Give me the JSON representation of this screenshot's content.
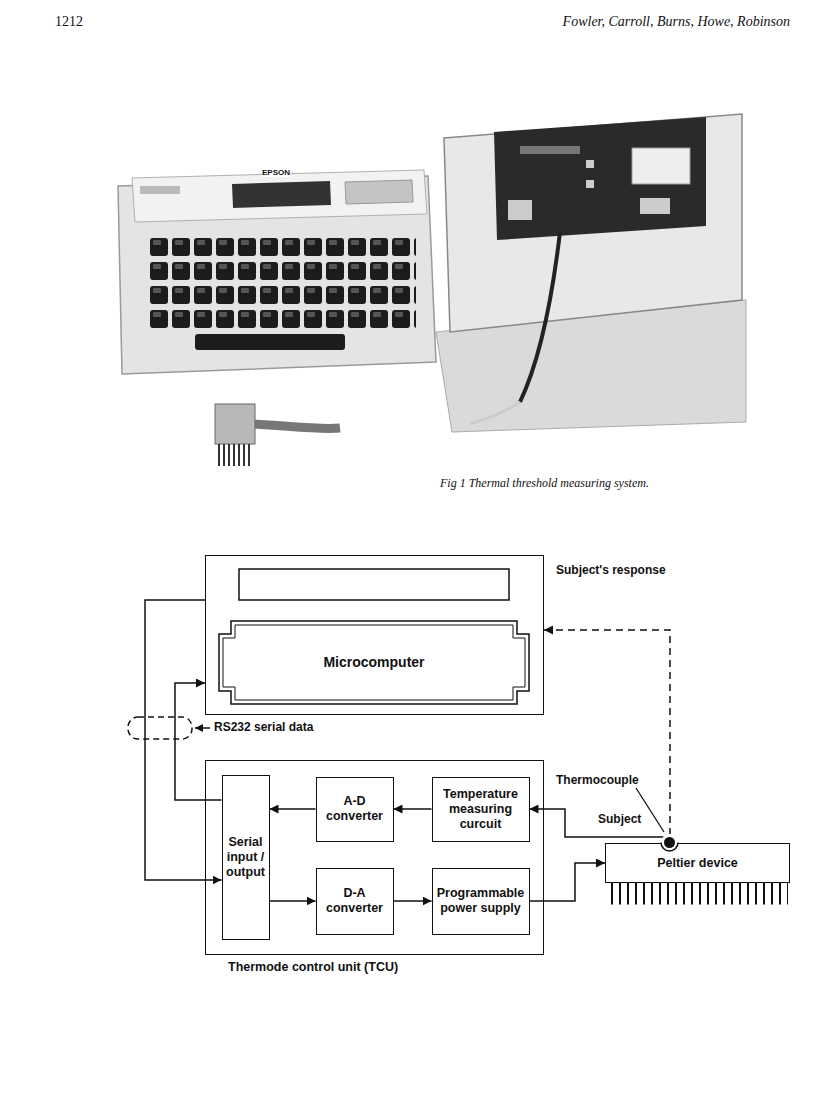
{
  "diagram": {
    "caption": "Fig 1 Thermal threshold measuring system.",
    "nodes": [
      {
        "text": [
          "Microcomputer"
        ]
      },
      {
        "text": [
          "Thermode control unit (TCU)"
        ]
      },
      {
        "text": [
          "Serial input / output"
        ],
        "in": 1
      },
      {
        "text": [
          "A-D converter"
        ],
        "in": 1
      },
      {
        "text": [
          "Temperature measuring curcuit"
        ],
        "in": 1
      },
      {
        "text": [
          "D-A converter"
        ],
        "in": 1
      },
      {
        "text": [
          "Programmable power supply"
        ],
        "in": 1
      },
      {
        "text": [
          "Peltier device"
        ]
      }
    ],
    "edges": [
      {
        "from": 0,
        "to": 2,
        "arrow": "to"
      },
      {
        "from": 2,
        "to": 0,
        "arrow": "to"
      },
      {
        "from": 4,
        "to": 3,
        "arrow": "to"
      },
      {
        "from": 3,
        "to": 2,
        "arrow": "to"
      },
      {
        "from": 2,
        "to": 5,
        "arrow": "to"
      },
      {
        "from": 5,
        "to": 6,
        "arrow": "to"
      },
      {
        "from": 6,
        "to": 7,
        "arrow": "to"
      },
      {
        "from": 7,
        "to": 4,
        "arrow": "to"
      },
      {
        "from": 7,
        "to": 0,
        "label": "Subject's response",
        "arrow": "to"
      }
    ],
    "labels": [
      "1212",
      "Fowler, Carroll, Burns, Howe, Robinson",
      "EPSON",
      "RS232 serial data",
      "Thermocouple",
      "Subject"
    ]
  }
}
